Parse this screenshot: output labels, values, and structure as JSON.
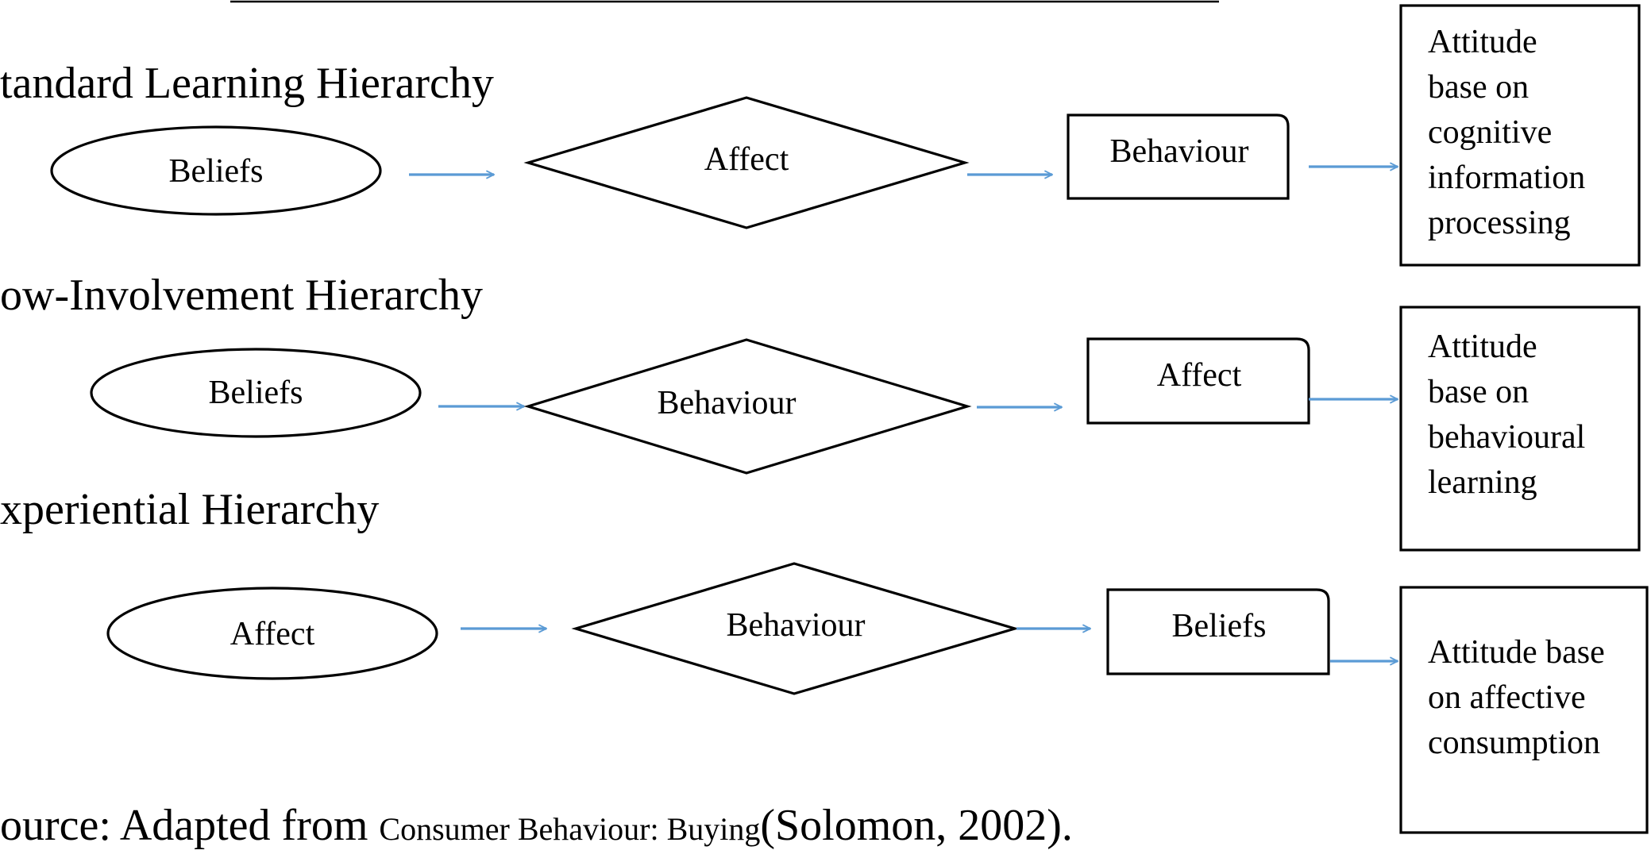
{
  "headings": {
    "standard": "tandard Learning Hierarchy",
    "low": "ow-Involvement Hierarchy",
    "experiential": "xperiential Hierarchy"
  },
  "row1": {
    "ellipse": "Beliefs",
    "diamond": "Affect",
    "box": "Behaviour",
    "attitude": [
      "Attitude",
      "base on",
      "cognitive",
      "information",
      "processing"
    ]
  },
  "row2": {
    "ellipse": "Beliefs",
    "diamond": "Behaviour",
    "box": "Affect",
    "attitude": [
      "Attitude",
      "base on",
      "behavioural",
      "learning"
    ]
  },
  "row3": {
    "ellipse": "Affect",
    "diamond": "Behaviour",
    "box": "Beliefs",
    "attitude": [
      "Attitude base",
      "on affective",
      "consumption"
    ]
  },
  "source": {
    "prefix": "ource: Adapted from ",
    "book": "Consumer Behaviour: Buying",
    "citation": "(Solomon, 2002)."
  },
  "colors": {
    "arrow": "#5b9bd5",
    "stroke": "#000000"
  }
}
